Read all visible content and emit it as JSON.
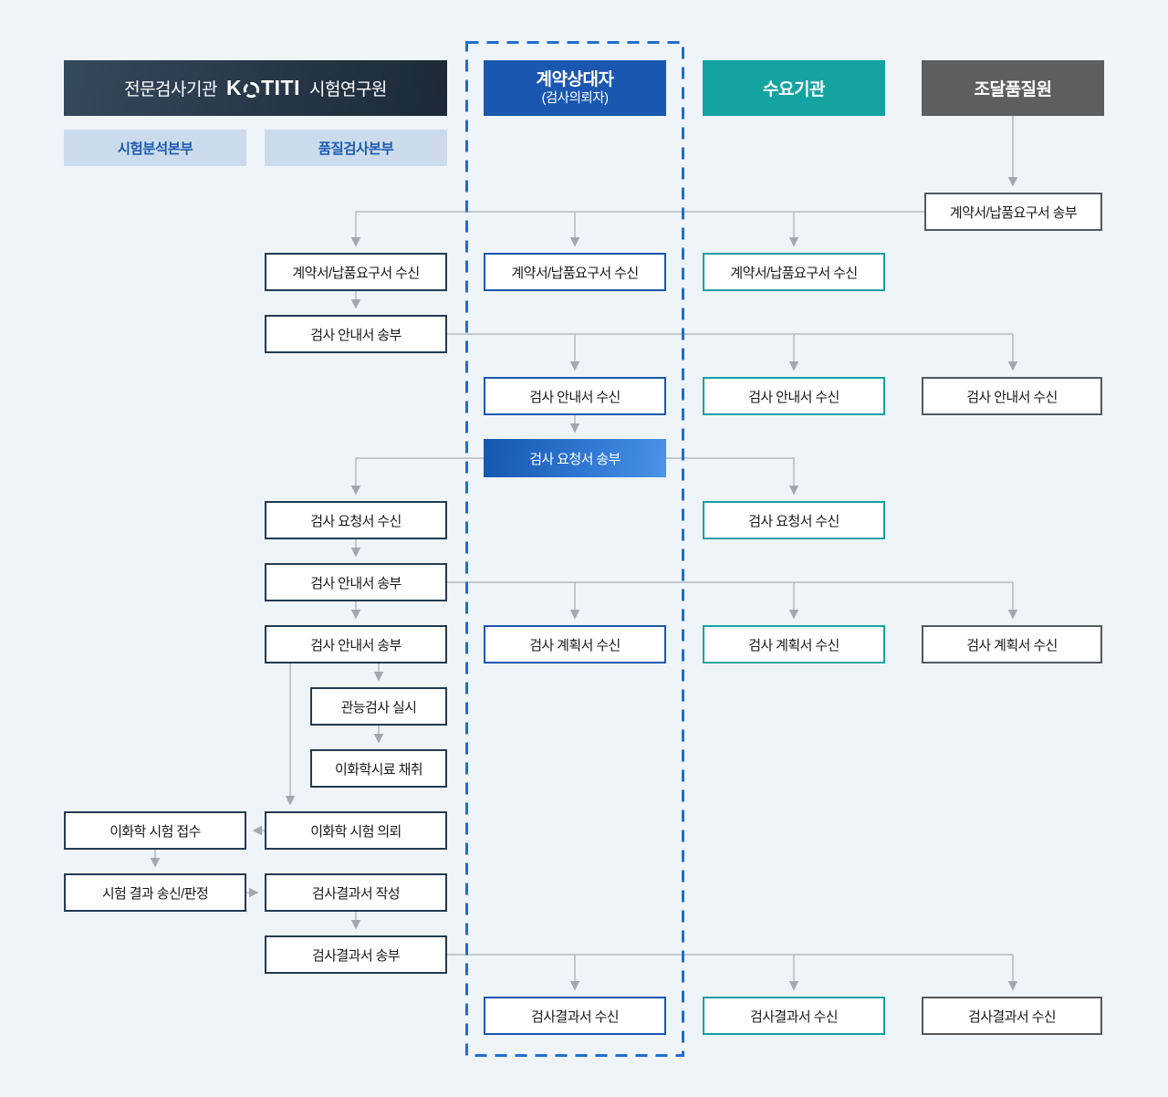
{
  "colors": {
    "background": "#eff4f8",
    "navy": "#233a50",
    "blue": "#1a57b0",
    "teal": "#12a2a0",
    "gray": "#5b5f62",
    "subheader_fill": "#ccdbec",
    "subheader_text": "#1b5cb3",
    "dashed_boundary": "#1f6ecb",
    "connector_line": "#b4b9be",
    "request_gradient_start": "#1356ae",
    "request_gradient_end": "#4a93e8"
  },
  "headers": {
    "kotiti_prefix": "전문검사기관",
    "kotiti_logo_k": "K",
    "kotiti_logo_titi": "TITI",
    "kotiti_suffix": "시험연구원",
    "contractor_title": "계약상대자",
    "contractor_subtitle": "(검사의뢰자)",
    "demand": "수요기관",
    "quality": "조달품질원"
  },
  "subheaders": {
    "lab": "시험분석본부",
    "qc": "품질검사본부"
  },
  "boxes": {
    "send_contract": "계약서/납품요구서 송부",
    "recv_contract": "계약서/납품요구서 수신",
    "send_guide": "검사 안내서 송부",
    "recv_guide": "검사 안내서 수신",
    "send_request": "검사 요청서 송부",
    "recv_request": "검사 요청서 수신",
    "recv_plan": "검사 계획서 수신",
    "sensory": "관능검사 실시",
    "sample": "이화학시료 채취",
    "test_accept": "이화학 시험 접수",
    "test_request": "이화학 시험 의뢰",
    "result_send": "시험 결과 송신/판정",
    "report_write": "검사결과서 작성",
    "report_send": "검사결과서 송부",
    "recv_report": "검사결과서 수신"
  }
}
